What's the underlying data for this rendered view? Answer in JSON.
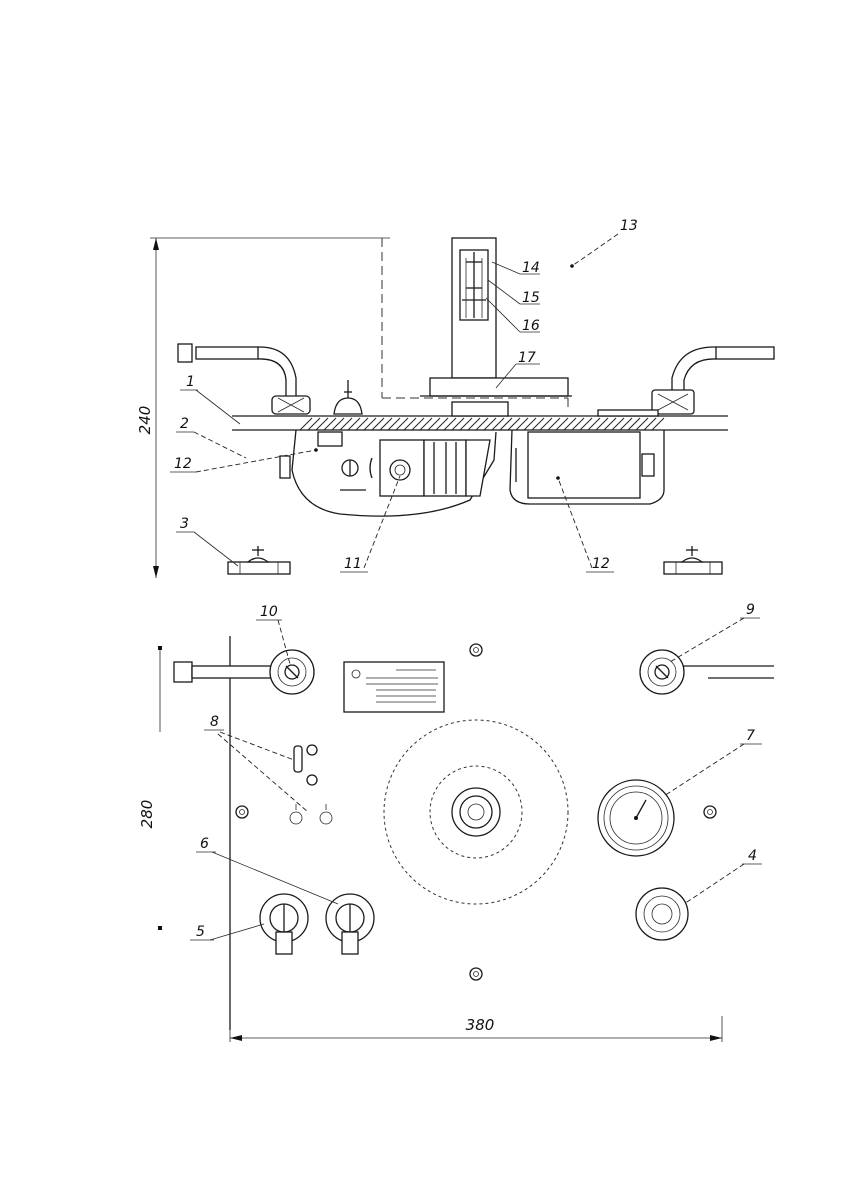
{
  "dimensions": {
    "height_top": "240",
    "height_bottom": "280",
    "width_bottom": "380"
  },
  "callouts": {
    "c1": "1",
    "c2": "2",
    "c3": "3",
    "c4": "4",
    "c5": "5",
    "c6": "6",
    "c7": "7",
    "c8": "8",
    "c9": "9",
    "c10": "10",
    "c11": "11",
    "c12a": "12",
    "c12b": "12",
    "c13": "13",
    "c14": "14",
    "c15": "15",
    "c16": "16",
    "c17": "17"
  }
}
